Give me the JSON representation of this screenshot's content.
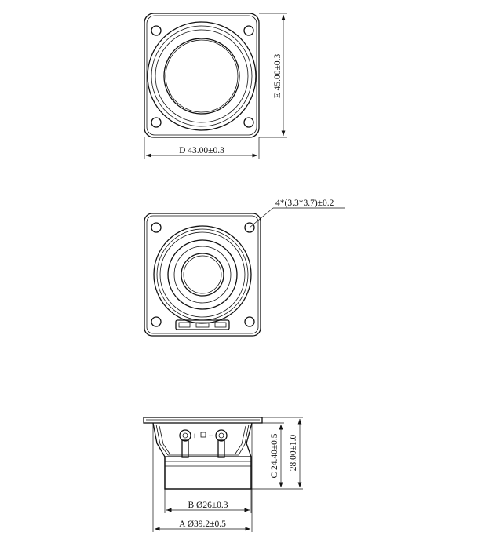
{
  "top_view": {
    "width_dim": "D 43.00±0.3",
    "height_dim": "E 45.00±0.3"
  },
  "bottom_view": {
    "hole_callout": "4*(3.3*3.7)±0.2"
  },
  "side_view": {
    "magnet_dim": "B Ø26±0.3",
    "frame_dim": "A Ø39.2±0.5",
    "body_height_dim": "C 24.40±0.5",
    "total_height_dim": "28.00±1.0",
    "terminal_plus": "+",
    "terminal_minus": "−"
  }
}
